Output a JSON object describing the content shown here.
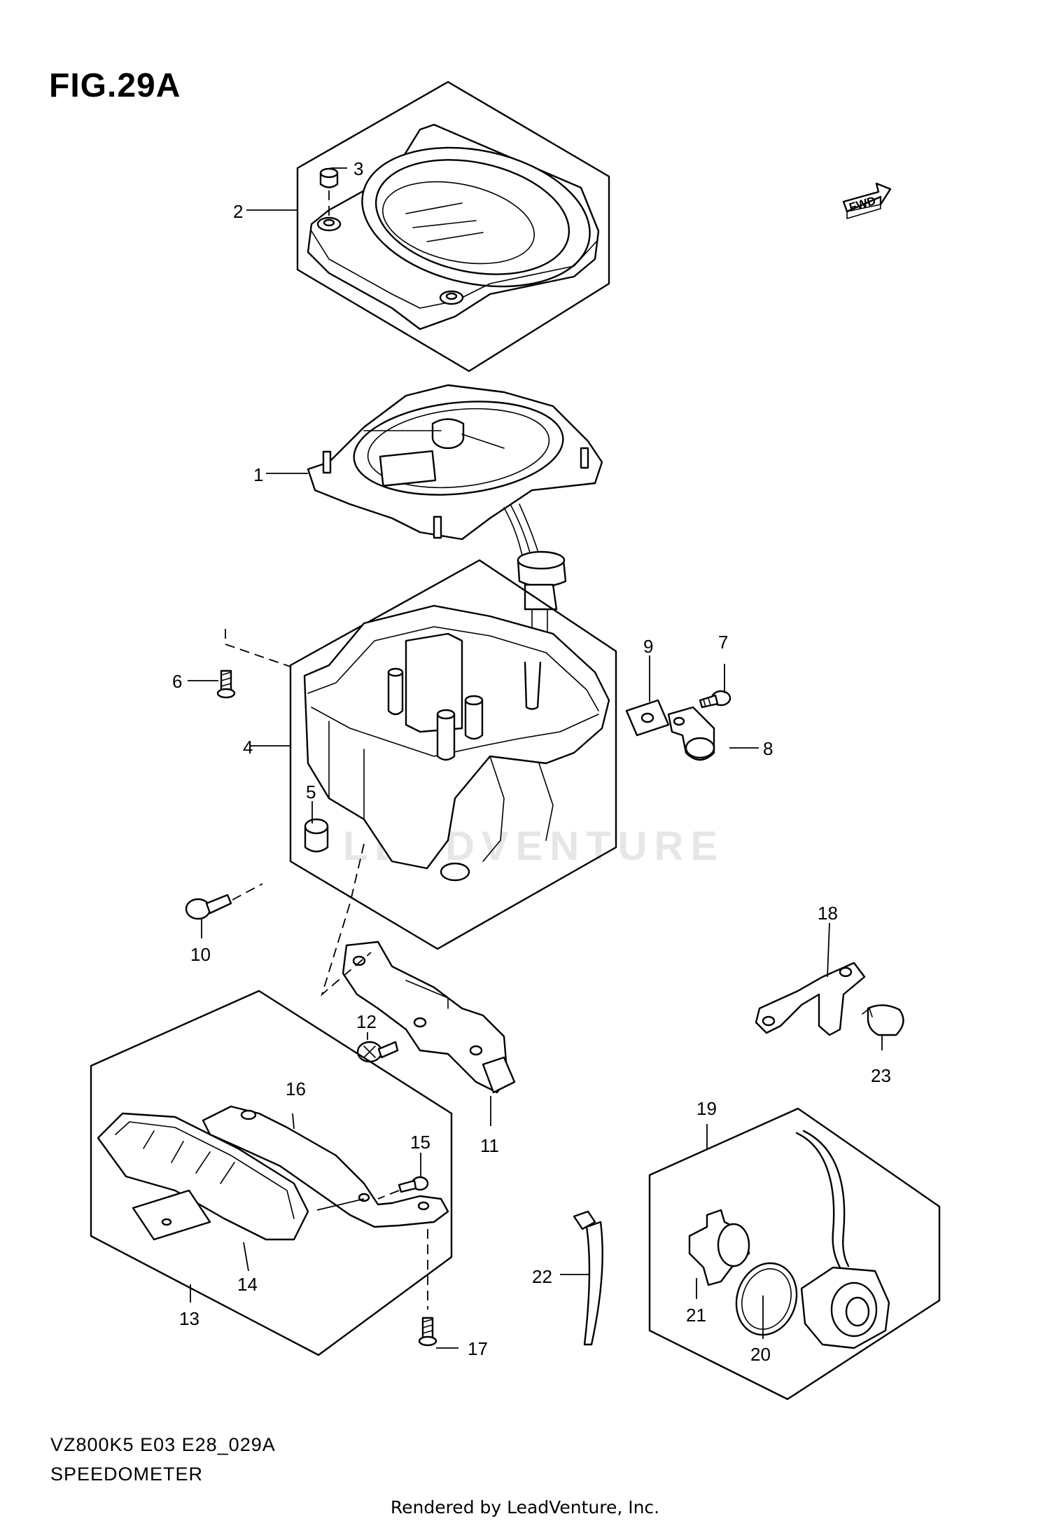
{
  "figure": {
    "title": "FIG.29A",
    "model_code": "VZ800K5 E03 E28_029A",
    "name": "SPEEDOMETER",
    "fwd_label": "FWD"
  },
  "callouts": {
    "c1": "1",
    "c2": "2",
    "c3": "3",
    "c4": "4",
    "c5": "5",
    "c6": "6",
    "c7": "7",
    "c8": "8",
    "c9": "9",
    "c10": "10",
    "c11": "11",
    "c12": "12",
    "c13": "13",
    "c14": "14",
    "c15": "15",
    "c16": "16",
    "c17": "17",
    "c18": "18",
    "c19": "19",
    "c20": "20",
    "c21": "21",
    "c22": "22",
    "c23": "23"
  },
  "watermark": "LEADVENTURE",
  "footer": "Rendered by LeadVenture, Inc."
}
